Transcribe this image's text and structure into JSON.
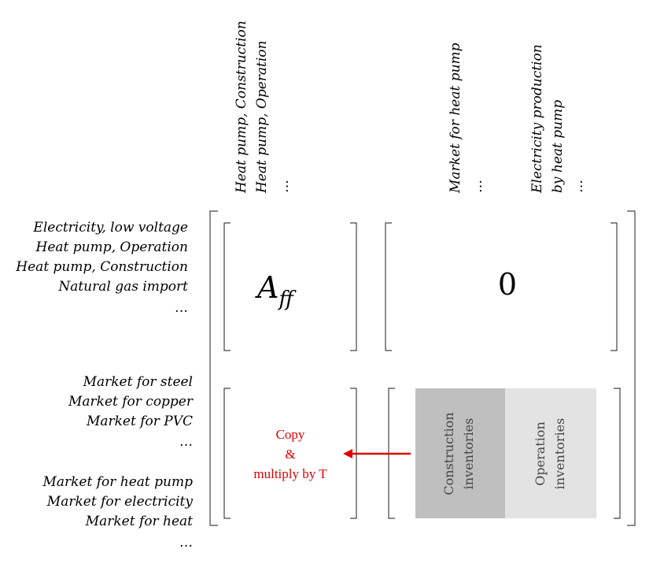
{
  "column_labels_left": [
    "Heat pump, Construction",
    "Heat pump, Operation",
    "…"
  ],
  "column_labels_right": [
    "Market for heat pump",
    "…",
    "Electricity production",
    "by heat pump",
    "…"
  ],
  "row_labels_top": [
    "Electricity, low voltage",
    "Heat pump, Operation",
    "Heat pump, Construction",
    "Natural gas import",
    "…"
  ],
  "row_labels_bottom_a": [
    "Market for steel",
    "Market for copper",
    "Market for PVC",
    "…"
  ],
  "row_labels_bottom_b": [
    "Market for heat pump",
    "Market for electricity",
    "Market for heat",
    "…"
  ],
  "blocks": {
    "aff_base": "A",
    "aff_sub": "ff",
    "zero": "0"
  },
  "copy_note": [
    "Copy",
    "&",
    "multiply by T"
  ],
  "inventories": {
    "construction": [
      "Construction",
      "inventories"
    ],
    "operation": [
      "Operation",
      "inventories"
    ]
  },
  "colors": {
    "construction_fill": "#bfbfbf",
    "operation_fill": "#e3e3e3",
    "arrow": "#e00000",
    "copy_text": "#e00000"
  }
}
